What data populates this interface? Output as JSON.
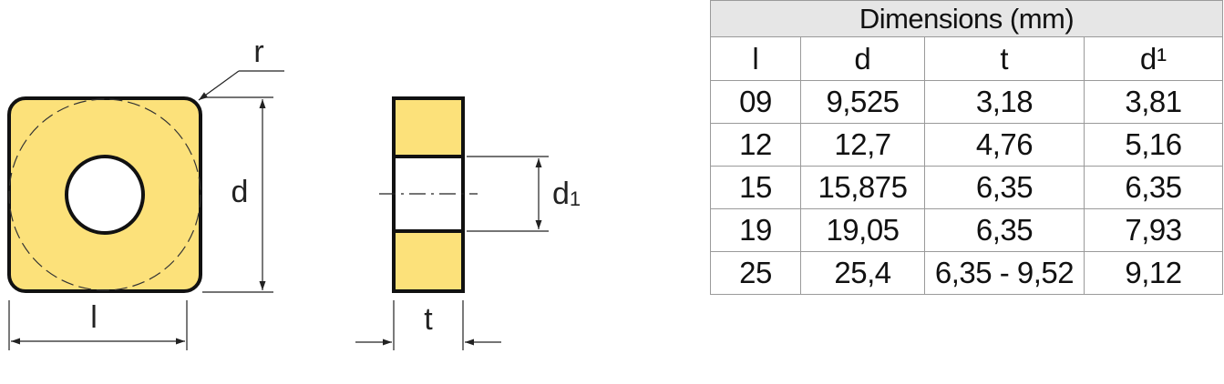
{
  "drawing": {
    "labels": {
      "radius": "r",
      "diameter": "d",
      "length": "l",
      "hole_diameter": "d",
      "hole_diameter_subscript": "1",
      "thickness": "t"
    },
    "colors": {
      "insert_fill": "#fce17a",
      "outline": "#111111",
      "dimension_line": "#222222"
    }
  },
  "table": {
    "title": "Dimensions (mm)",
    "headers": [
      "l",
      "d",
      "t",
      "d¹"
    ],
    "rows": [
      [
        "09",
        "9,525",
        "3,18",
        "3,81"
      ],
      [
        "12",
        "12,7",
        "4,76",
        "5,16"
      ],
      [
        "15",
        "15,875",
        "6,35",
        "6,35"
      ],
      [
        "19",
        "19,05",
        "6,35",
        "7,93"
      ],
      [
        "25",
        "25,4",
        "6,35 - 9,52",
        "9,12"
      ]
    ],
    "colors": {
      "title_background": "#e6e6e6",
      "border": "#9a9a9a"
    }
  }
}
